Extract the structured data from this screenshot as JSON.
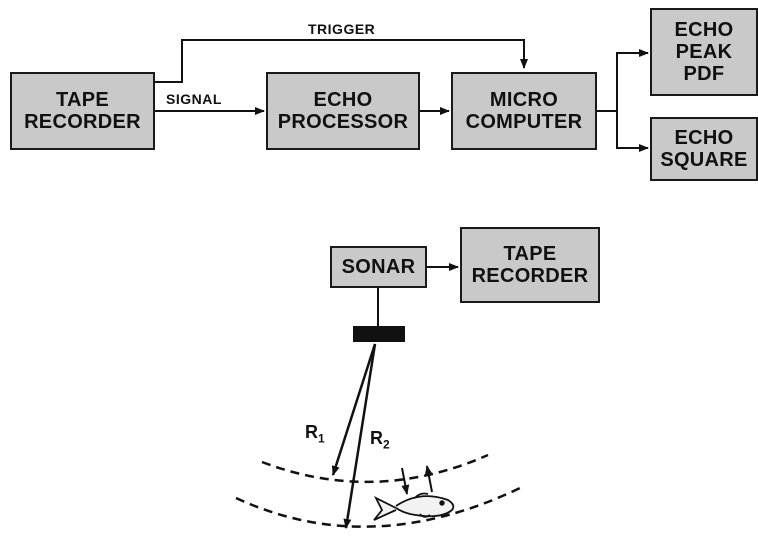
{
  "top_diagram": {
    "tape_recorder": "TAPE\nRECORDER",
    "echo_processor": "ECHO\nPROCESSOR",
    "micro_computer": "MICRO\nCOMPUTER",
    "echo_peak_pdf": "ECHO\nPEAK\nPDF",
    "echo_square": "ECHO\nSQUARE",
    "signal_label": "SIGNAL",
    "trigger_label": "TRIGGER"
  },
  "bottom_diagram": {
    "sonar": "SONAR",
    "tape_recorder": "TAPE\nRECORDER",
    "r1_label": "R",
    "r1_sub": "1",
    "r2_label": "R",
    "r2_sub": "2"
  }
}
